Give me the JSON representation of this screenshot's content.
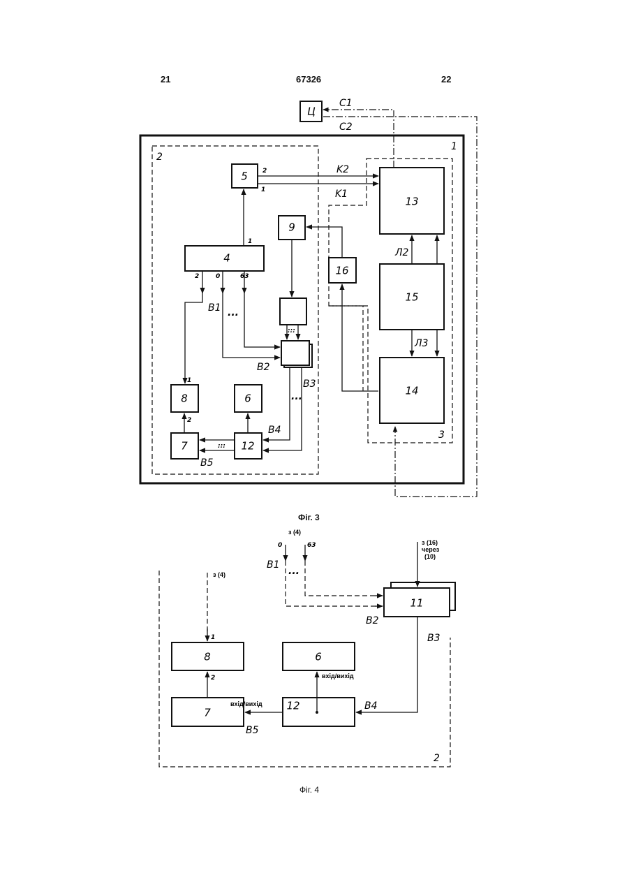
{
  "header": {
    "left": "21",
    "center": "67326",
    "right": "22"
  },
  "fig3": {
    "caption": "Фіг. 3",
    "blocks": {
      "c": "Ц",
      "b4": "4",
      "b5": "5",
      "b6": "6",
      "b7": "7",
      "b8": "8",
      "b9": "9",
      "b12": "12",
      "b13": "13",
      "b14": "14",
      "b15": "15",
      "b16": "16"
    },
    "labels": {
      "c1": "C1",
      "c2": "C2",
      "k1": "K1",
      "k2": "K2",
      "l2": "Л2",
      "l3": "Л3",
      "v1": "B1",
      "v2": "B2",
      "v3": "B3",
      "v4": "B4",
      "v5": "B5",
      "sys1": "1",
      "sys2": "2",
      "sys3": "3"
    },
    "pins": {
      "p5_2": "2",
      "p5_1": "1",
      "p4_1": "1",
      "p4_2": "2",
      "p4_0": "0",
      "p4_63": "63",
      "p8_1": "1",
      "p8_2": "2",
      "dots": "...",
      "dots2": ":::"
    }
  },
  "fig4": {
    "caption": "Фіг. 4",
    "blocks": {
      "b6": "6",
      "b7": "7",
      "b8": "8",
      "b11": "11",
      "b12": "12"
    },
    "labels": {
      "v1": "B1",
      "v2": "B2",
      "v3": "B3",
      "v4": "B4",
      "v5": "B5",
      "sys2": "2"
    },
    "texts": {
      "from4_top": "з (4)",
      "from4_left": "з (4)",
      "pin0": "0",
      "pin63": "63",
      "from16_1": "з (16)",
      "from16_2": "через",
      "from16_3": "(10)",
      "io_6": "вхід/вихід",
      "io_7": "вхід/вихід",
      "p8_1": "1",
      "p8_2": "2",
      "dots": "..."
    }
  }
}
